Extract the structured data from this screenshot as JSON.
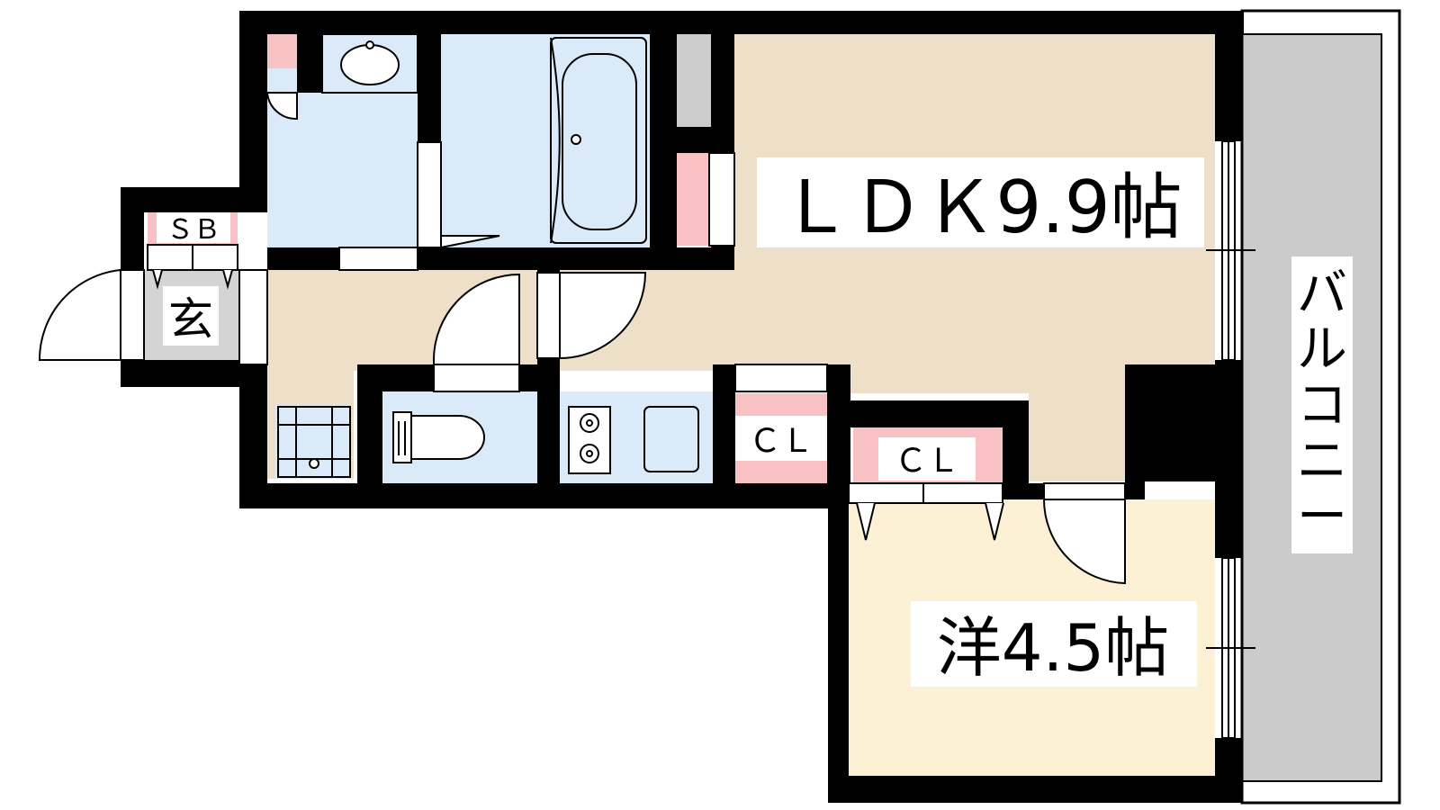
{
  "rooms": {
    "ldk": {
      "label": "ＬＤＫ9.9帖"
    },
    "western": {
      "label": "洋4.5帖"
    },
    "balcony": {
      "label": "バルコニー"
    },
    "entrance": {
      "label": "玄"
    },
    "shoe_box": {
      "label": "ＳＢ"
    },
    "closet_left": {
      "label": "ＣＬ"
    },
    "closet_right": {
      "label": "ＣＬ"
    }
  },
  "colors": {
    "wall": "#000000",
    "ldk_floor": "#eedfc8",
    "western_floor": "#fdf1d5",
    "wet_area": "#dbeaf8",
    "entrance_floor": "#d4d4d4",
    "balcony_floor": "#cbcbcb",
    "storage_accent": "#f8c2c4",
    "fixture_gray": "#cccccc"
  },
  "balcony_chars": [
    "バ",
    "ル",
    "コ",
    "ニ",
    "ー"
  ]
}
